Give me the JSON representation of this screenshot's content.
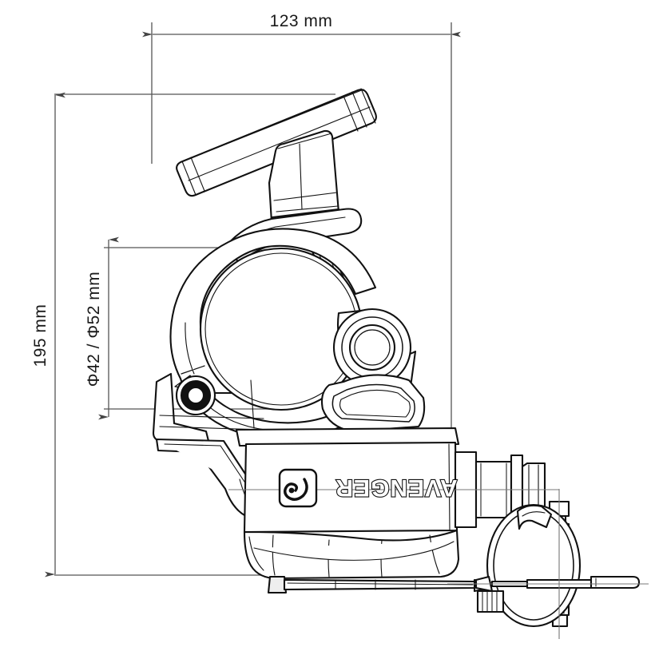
{
  "drawing": {
    "title": "Avenger clamp technical dimension drawing",
    "background_color": "#ffffff",
    "line_color": "#111111",
    "dimension_line_color": "#555555",
    "view": "side elevation"
  },
  "dimensions": {
    "width": {
      "label": "123  mm",
      "value": 123,
      "unit": "mm",
      "orientation": "horizontal",
      "position": "top"
    },
    "height": {
      "label": "195  mm",
      "value": 195,
      "unit": "mm",
      "orientation": "vertical",
      "position": "left-outer"
    },
    "bore": {
      "label": "Φ42 / Φ52 mm",
      "values": [
        42,
        52
      ],
      "unit": "mm",
      "orientation": "vertical",
      "position": "left-inner"
    }
  },
  "branding": {
    "wordmark": "AVENGER",
    "logo_name": "avenger-swirl-logo",
    "orientation": "rotated-180"
  },
  "parts": {
    "t_handle": "t-handle-knob",
    "clamp_jaw": "clamp-jaw-ring",
    "pivot_boss": "hinge-pivot-boss",
    "eyelet": "safety-eyelet",
    "body": "clamp-body-housing",
    "spigot": "mounting-spigot-stud",
    "quick_pin": "quick-release-pin",
    "pin_ring": "pin-wire-ring",
    "base_rail": "body-base-rail"
  }
}
